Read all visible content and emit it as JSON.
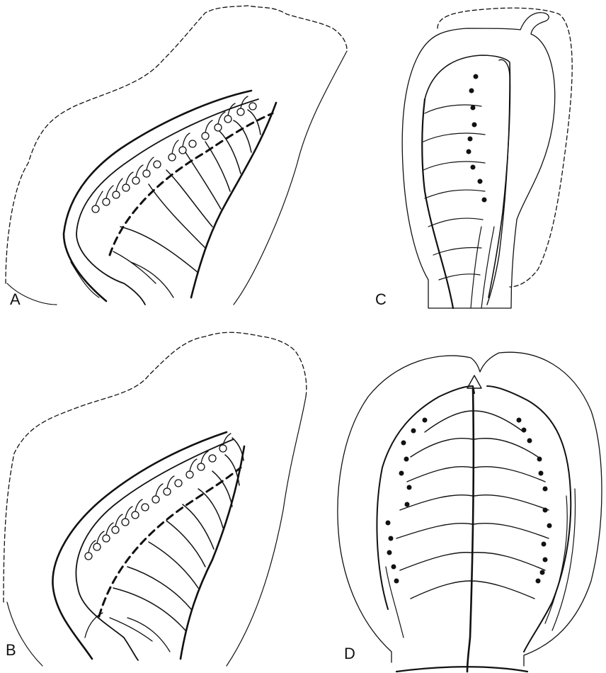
{
  "figure": {
    "panels": [
      {
        "id": "A",
        "label": "A"
      },
      {
        "id": "B",
        "label": "B"
      },
      {
        "id": "C",
        "label": "C"
      },
      {
        "id": "D",
        "label": "D"
      }
    ]
  },
  "style": {
    "ink": "#111111",
    "background": "#ffffff"
  }
}
